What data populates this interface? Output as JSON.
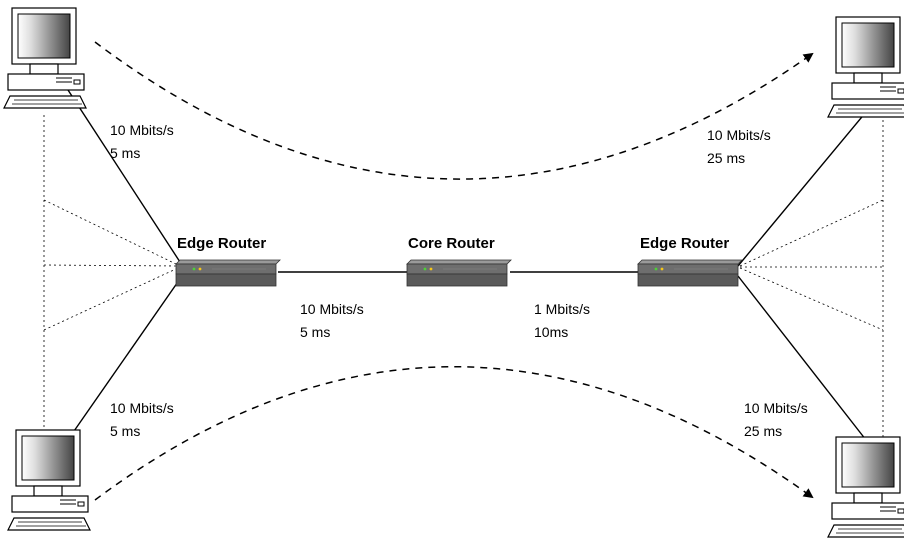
{
  "routers": {
    "left": "Edge Router",
    "core": "Core Router",
    "right": "Edge Router"
  },
  "links": {
    "top_left": {
      "rate": "10 Mbits/s",
      "delay": "5 ms"
    },
    "bottom_left": {
      "rate": "10 Mbits/s",
      "delay": "5 ms"
    },
    "edge_core": {
      "rate": "10 Mbits/s",
      "delay": "5 ms"
    },
    "core_edge": {
      "rate": "1 Mbits/s",
      "delay": "10ms"
    },
    "top_right": {
      "rate": "10 Mbits/s",
      "delay": "25 ms"
    },
    "bottom_right": {
      "rate": "10 Mbits/s",
      "delay": "25 ms"
    }
  },
  "icons": [
    "desktop-computer-icon",
    "router-icon",
    "flow-arrow-icon"
  ]
}
